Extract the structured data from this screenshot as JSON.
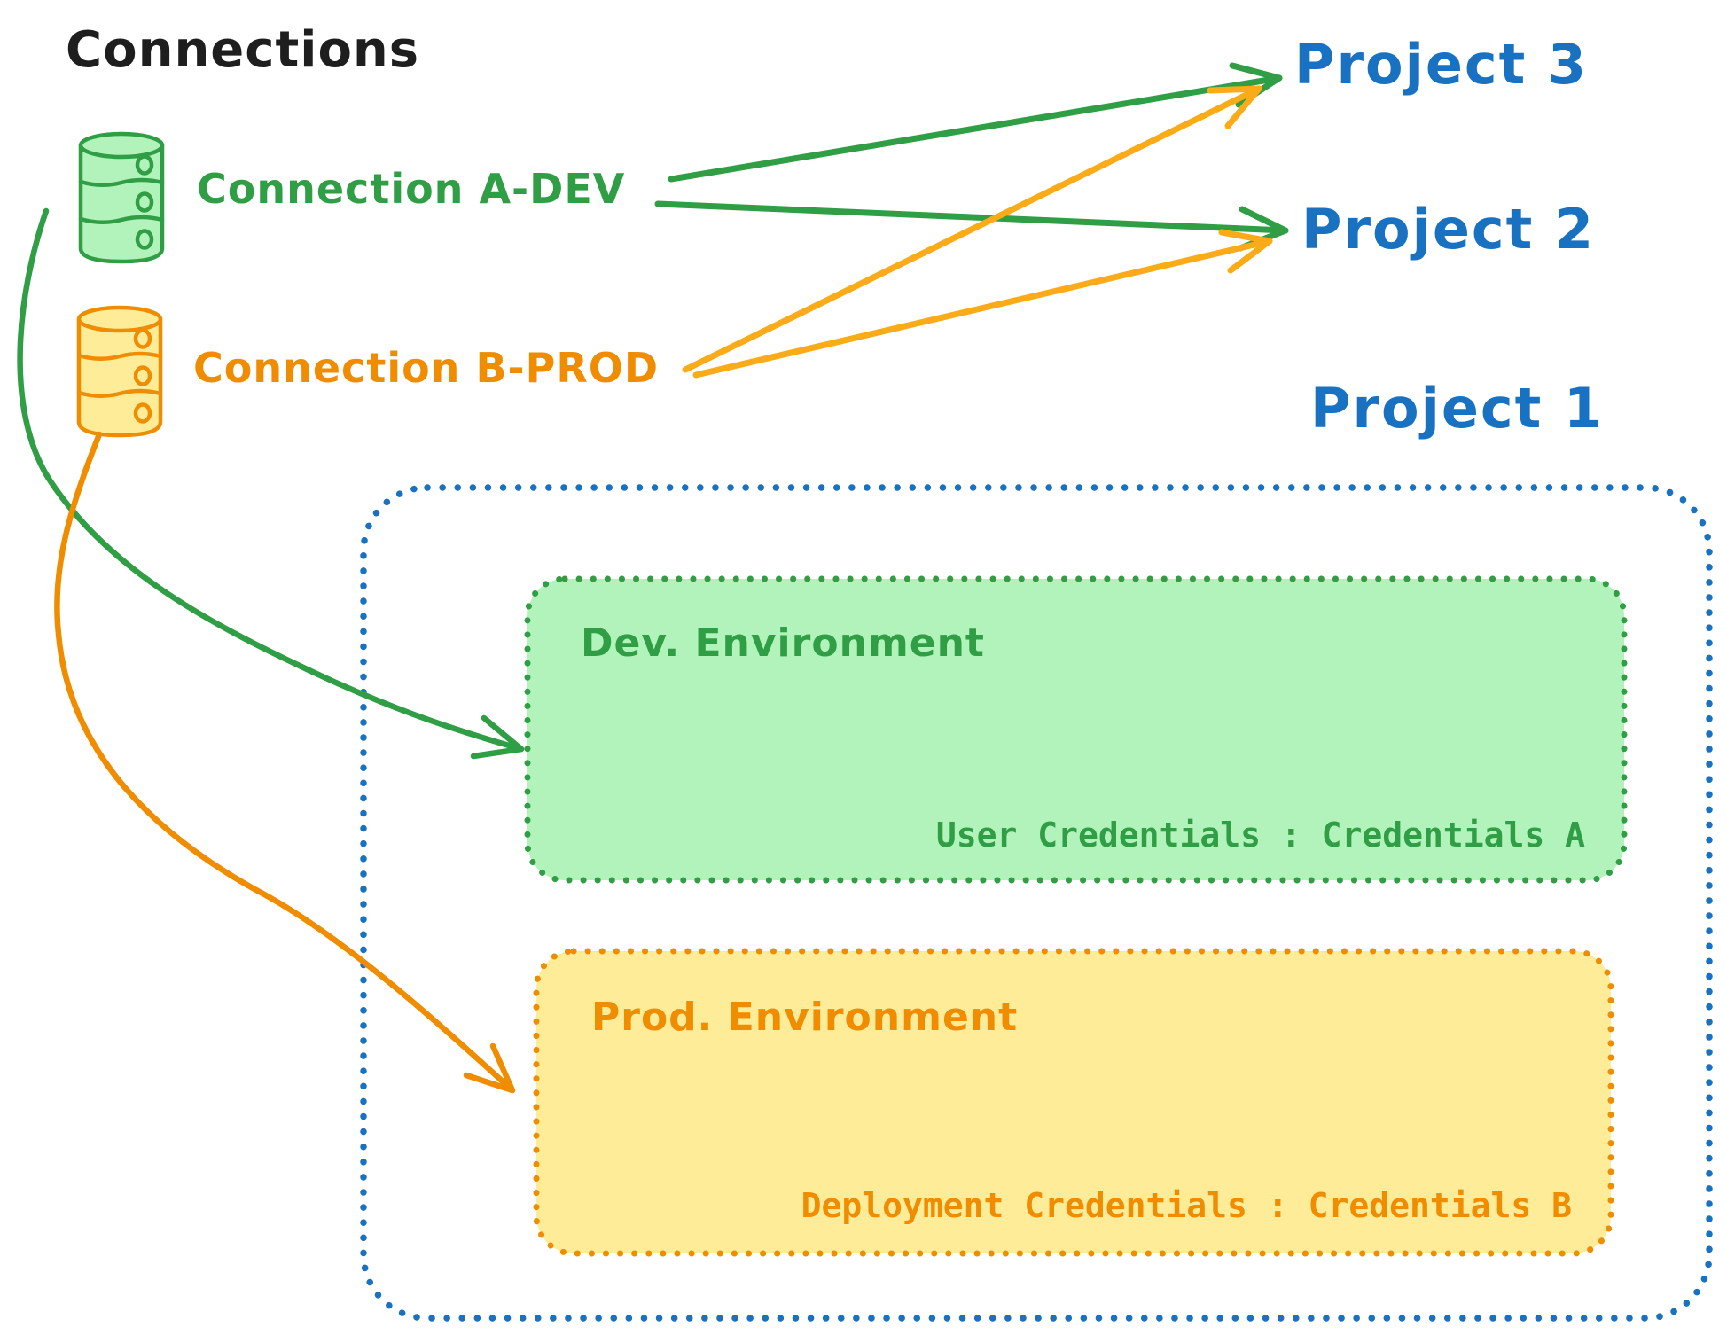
{
  "title": "Connections",
  "connections": {
    "dev": {
      "label": "Connection A-DEV",
      "color": "#2f9e44"
    },
    "prod": {
      "label": "Connection B-PROD",
      "color": "#f08c00"
    }
  },
  "projects": {
    "p3": {
      "label": "Project 3"
    },
    "p2": {
      "label": "Project 2"
    },
    "p1": {
      "label": "Project 1"
    }
  },
  "project1_box": {
    "dev_environment": {
      "title": "Dev. Environment",
      "credentials_label": "User Credentials : Credentials A"
    },
    "prod_environment": {
      "title": "Prod. Environment",
      "credentials_label": "Deployment Credentials : Credentials B"
    }
  },
  "colors": {
    "green_stroke": "#2f9e44",
    "green_fill": "#b2f2bb",
    "orange_stroke": "#f08c00",
    "orange_arrow_light": "#fbab17",
    "yellow_fill": "#ffec99",
    "blue": "#1971c2",
    "title_black": "#1e1e1e"
  }
}
